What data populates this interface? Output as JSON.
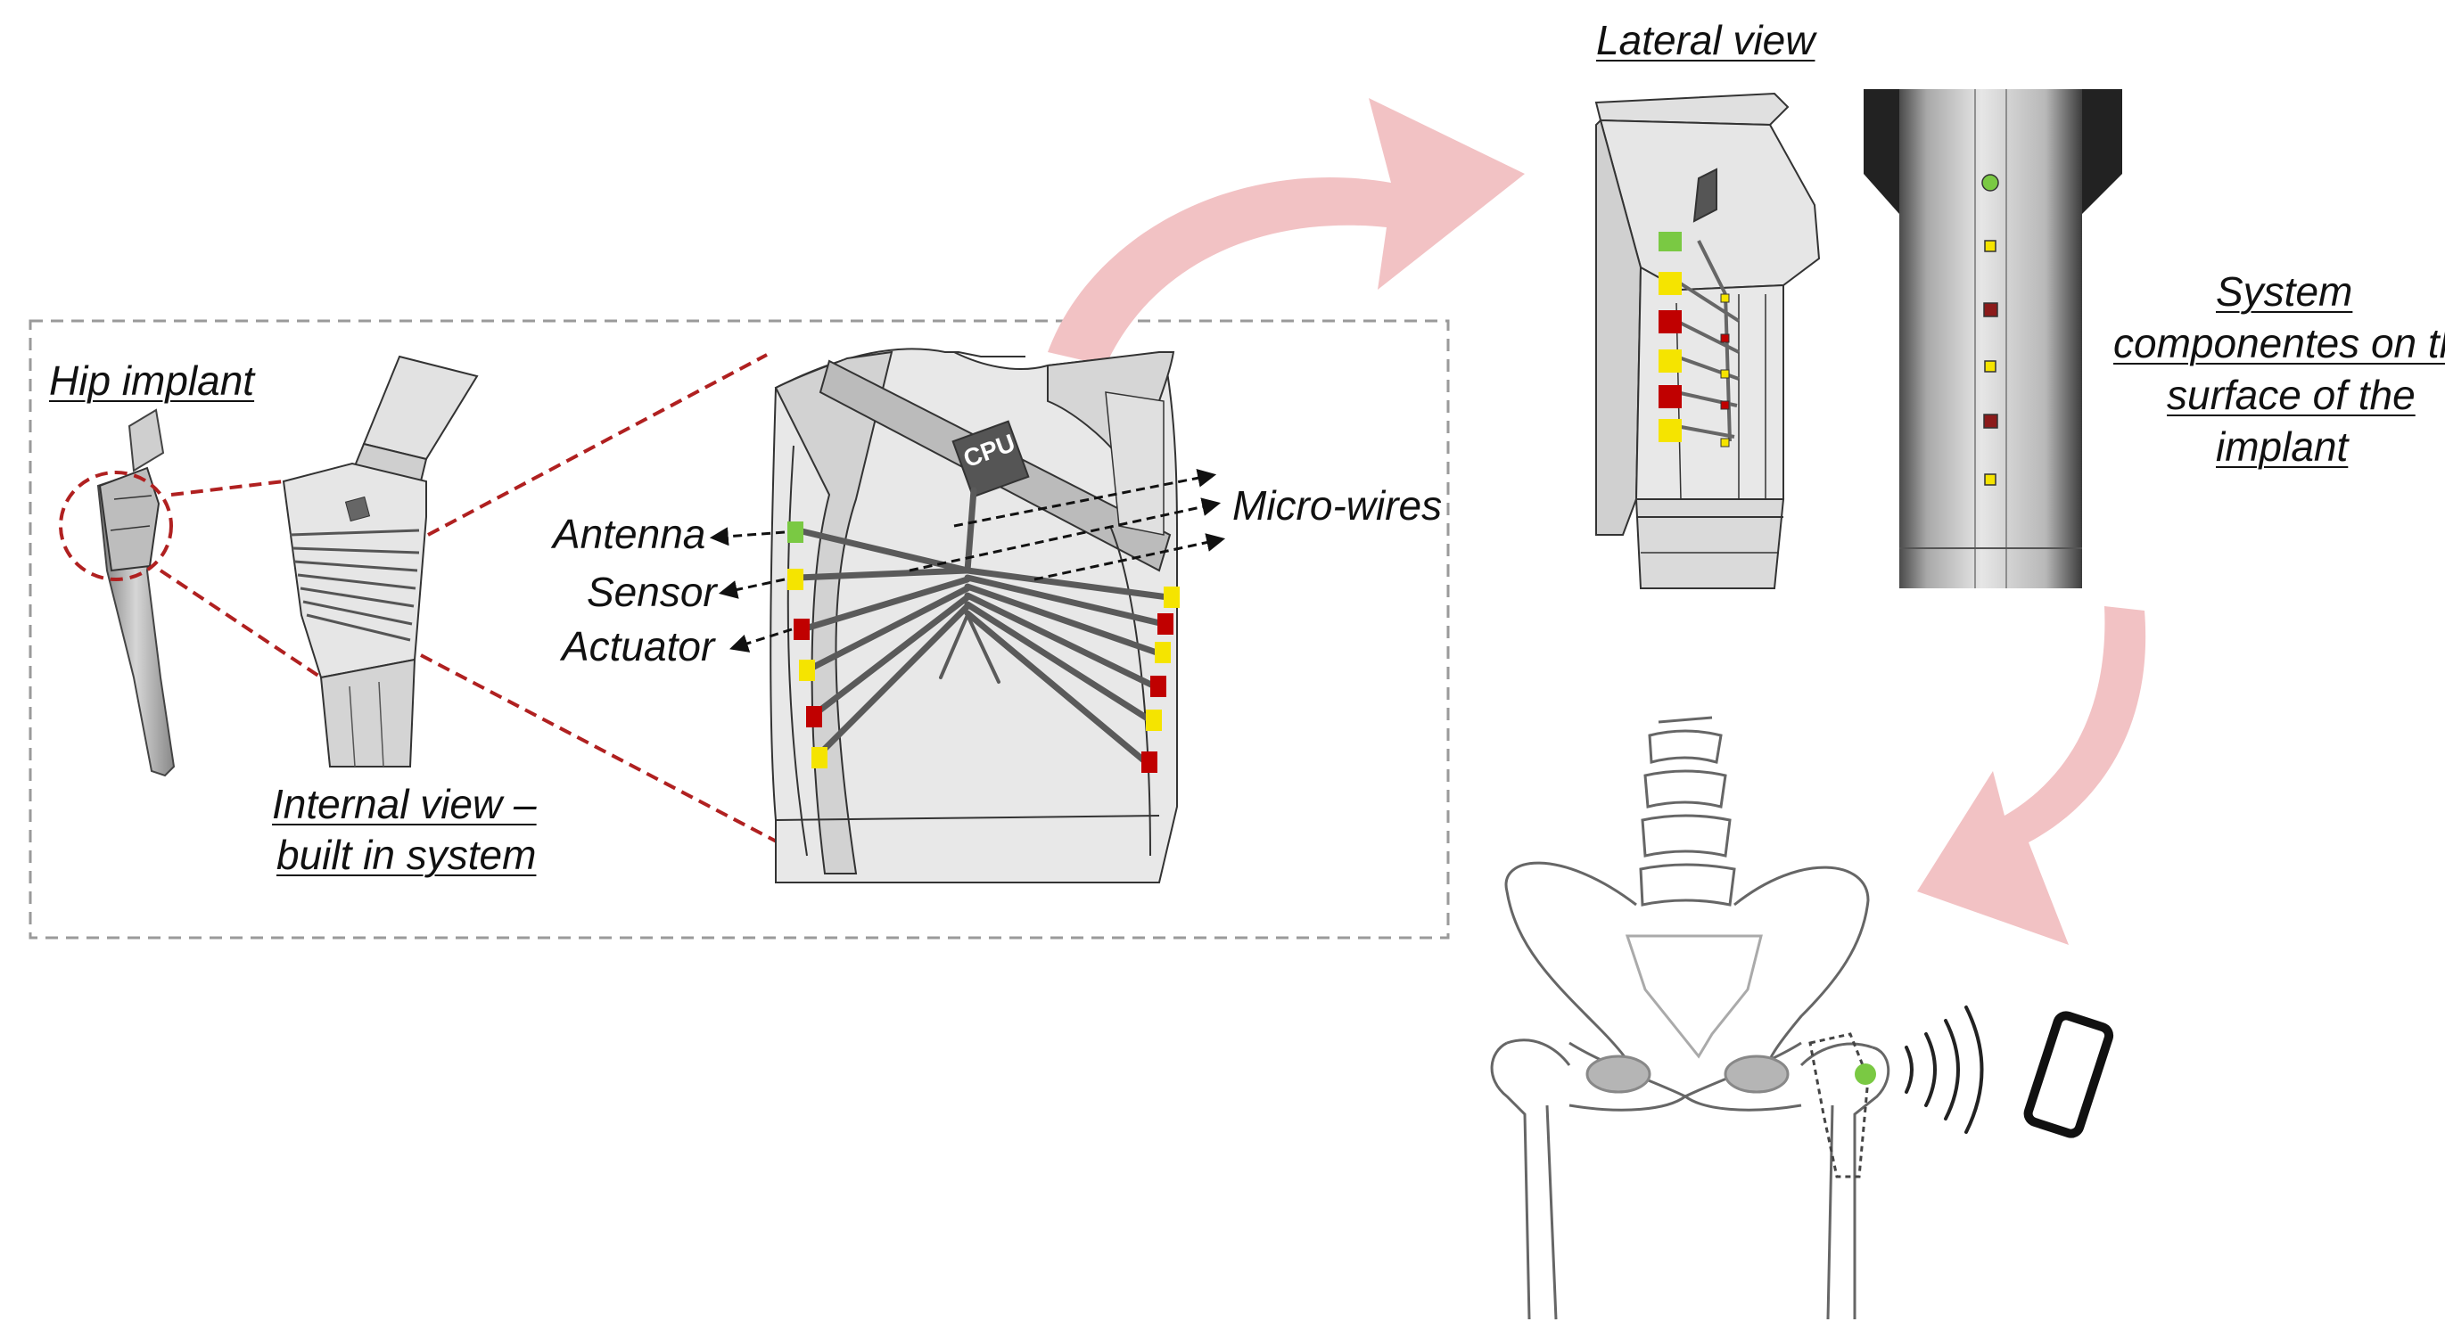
{
  "labels": {
    "hip_implant": "Hip implant",
    "internal_view_line1": "Internal view –",
    "internal_view_line2": "built in system",
    "antenna": "Antenna",
    "sensor": "Sensor",
    "actuator": "Actuator",
    "micro_wires": "Micro-wires",
    "cpu": "CPU",
    "lateral_view": "Lateral view",
    "system_line1": "System",
    "system_line2": "componentes on the",
    "system_line3": "surface of the",
    "system_line4": "implant"
  },
  "colors": {
    "antenna": "#7ac943",
    "sensor": "#f5e400",
    "actuator": "#c00000",
    "actuator_dark": "#8b1a1a",
    "arrow_pink": "#f2c2c4",
    "dashed_red": "#b02020",
    "frame_gray": "#9a9a9a",
    "implant_fill": "#e6e6e6",
    "implant_line": "#333333"
  }
}
